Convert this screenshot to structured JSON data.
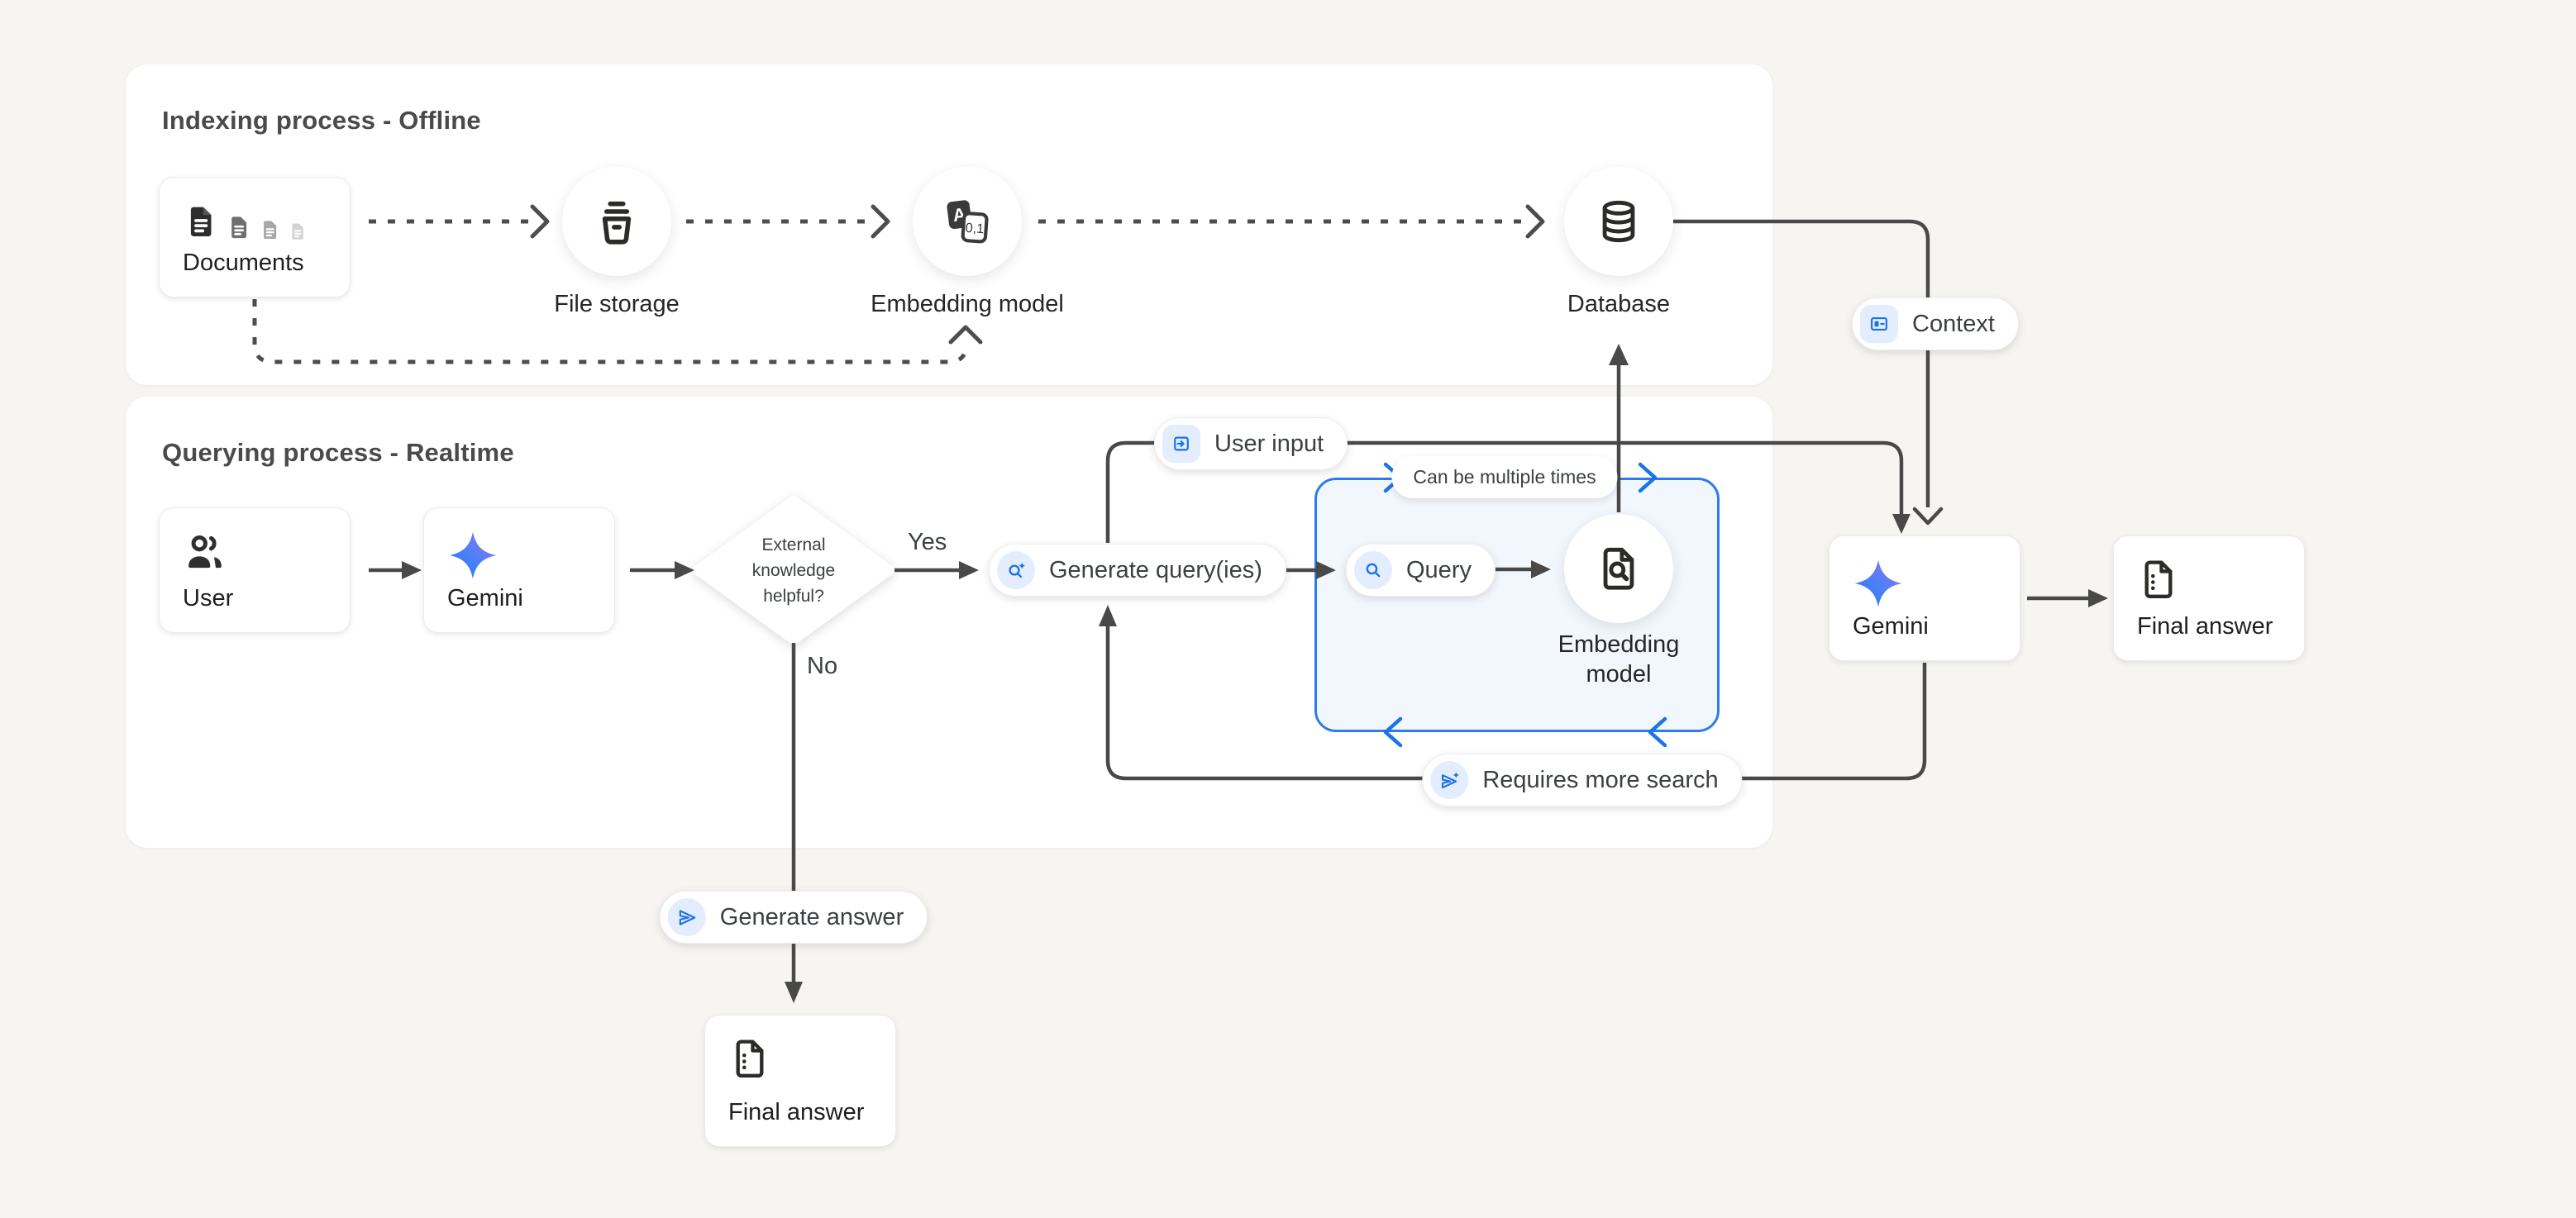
{
  "panels": {
    "indexing_title": "Indexing process - Offline",
    "querying_title": "Querying process - Realtime"
  },
  "nodes": {
    "documents": "Documents",
    "file_storage": "File storage",
    "embedding_model": "Embedding model",
    "database": "Database",
    "user": "User",
    "gemini": "Gemini",
    "decision": "External knowledge helpful?",
    "query": "Query",
    "loop_embedding_model": "Embedding model",
    "gemini_final": "Gemini",
    "final_answer": "Final answer",
    "final_answer_bottom": "Final answer"
  },
  "labels": {
    "yes": "Yes",
    "no": "No",
    "user_input": "User input",
    "generate_queries": "Generate query(ies)",
    "context": "Context",
    "requires_more_search": "Requires more search",
    "can_be_multiple_times": "Can be multiple times",
    "generate_answer": "Generate answer"
  },
  "icons": {
    "translate_letter": "A",
    "translate_numbers": "0,1"
  },
  "colors": {
    "background": "#f6f5f2",
    "panel": "#ffffff",
    "line": "#4a4a4a",
    "accent_blue": "#1a73e8",
    "loop_box_border": "#2d7bef",
    "loop_box_fill": "#f2f7fd",
    "chip_background": "#e4edfd",
    "gemini_gradient_start": "#217bfe",
    "gemini_gradient_end": "#9b72f2"
  }
}
